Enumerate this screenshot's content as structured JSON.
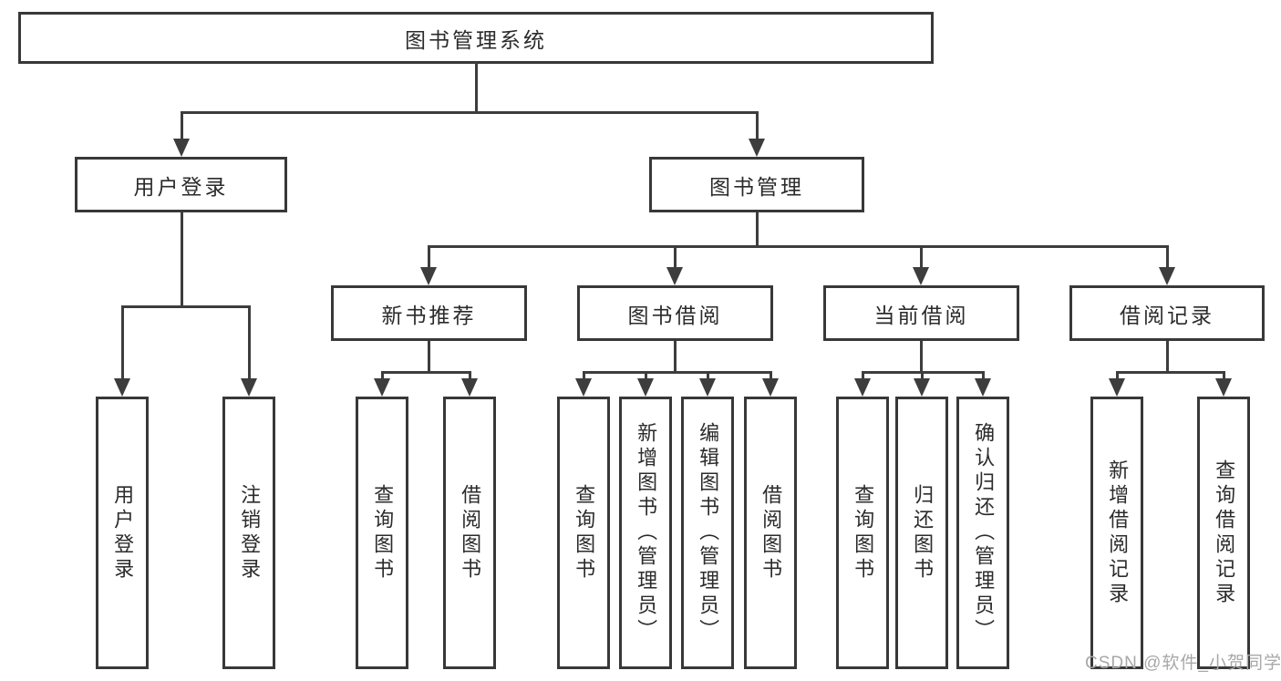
{
  "diagram": {
    "title_node": "图书管理系统",
    "level2": [
      {
        "label": "用户登录"
      },
      {
        "label": "图书管理"
      }
    ],
    "level3": [
      {
        "label": "新书推荐"
      },
      {
        "label": "图书借阅"
      },
      {
        "label": "当前借阅"
      },
      {
        "label": "借阅记录"
      }
    ],
    "leaves": [
      {
        "label": "用户登录"
      },
      {
        "label": "注销登录"
      },
      {
        "label": "查询图书"
      },
      {
        "label": "借阅图书"
      },
      {
        "label": "查询图书"
      },
      {
        "label": "新增图书（管理员）"
      },
      {
        "label": "编辑图书（管理员）"
      },
      {
        "label": "借阅图书"
      },
      {
        "label": "查询图书"
      },
      {
        "label": "归还图书"
      },
      {
        "label": "确认归还（管理员）"
      },
      {
        "label": "新增借阅记录"
      },
      {
        "label": "查询借阅记录"
      }
    ]
  },
  "watermark": "CSDN @软件_小贺同学",
  "colors": {
    "line": "#3d3d3d",
    "box_border": "#383838",
    "text": "#2b2b2b",
    "watermark": "#a8a8a8",
    "background": "#ffffff"
  }
}
